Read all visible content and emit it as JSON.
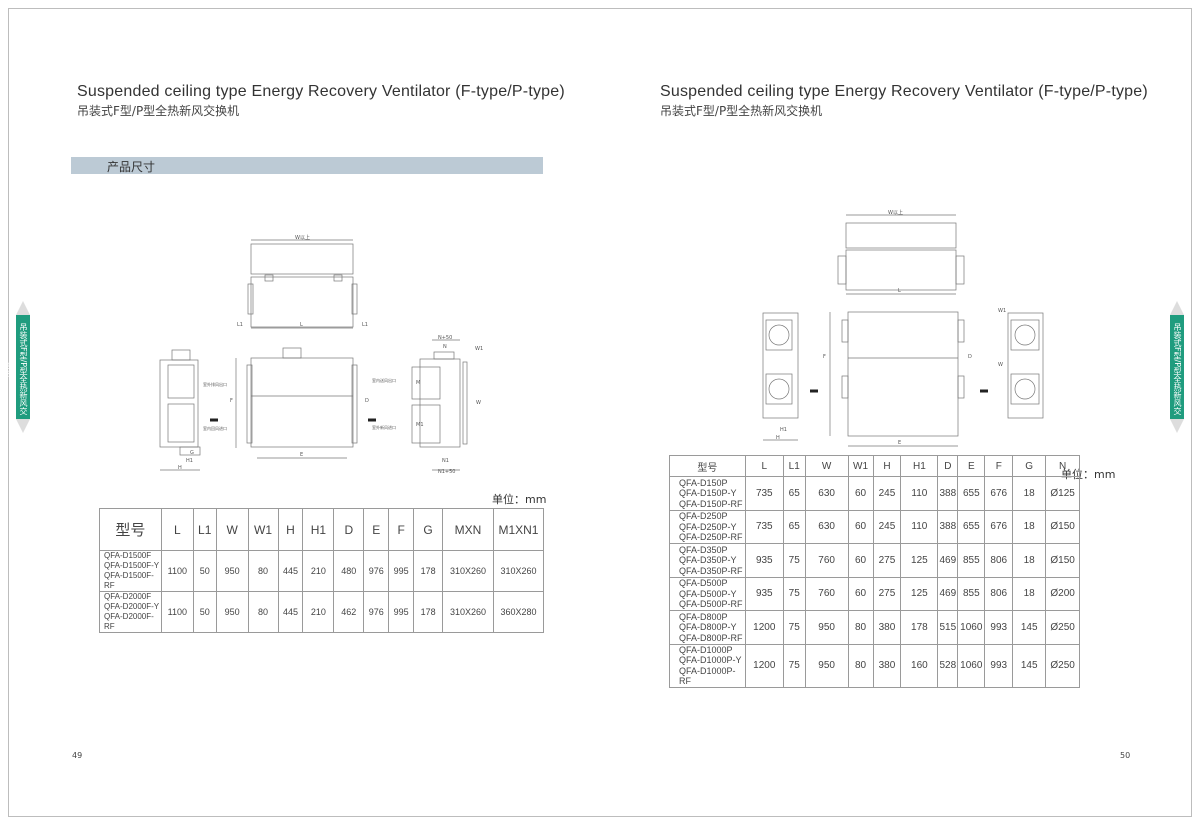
{
  "left_page": {
    "title": "Suspended ceiling type Energy Recovery Ventilator (F-type/P-type)",
    "subtitle": "吊装式F型/P型全热新风交换机",
    "section": "产品尺寸",
    "units": "单位：mm",
    "page_number": "49",
    "diagram_labels": {
      "w": "W以上",
      "l": "L",
      "l1": "L1",
      "f": "F",
      "e": "E",
      "d": "D",
      "g": "G",
      "h": "H",
      "h1": "H1",
      "n": "N",
      "n50": "N+50",
      "n1": "N1",
      "n150": "N1+50",
      "m": "M",
      "m1": "M1",
      "w1": "W1",
      "wr": "W",
      "outdoor_out": "室外排风出口",
      "indoor_in": "室内回风进口",
      "indoor_out": "室内送风出口",
      "fresh_in": "室外新风进口"
    },
    "table": {
      "headers": [
        "型号",
        "L",
        "L1",
        "W",
        "W1",
        "H",
        "H1",
        "D",
        "E",
        "F",
        "G",
        "MXN",
        "M1XN1"
      ],
      "rows": [
        {
          "models": [
            "QFA-D1500F",
            "QFA-D1500F-Y",
            "QFA-D1500F-RF"
          ],
          "values": [
            "1100",
            "50",
            "950",
            "80",
            "445",
            "210",
            "480",
            "976",
            "995",
            "178",
            "310X260",
            "310X260"
          ]
        },
        {
          "models": [
            "QFA-D2000F",
            "QFA-D2000F-Y",
            "QFA-D2000F-RF"
          ],
          "values": [
            "1100",
            "50",
            "950",
            "80",
            "445",
            "210",
            "462",
            "976",
            "995",
            "178",
            "310X260",
            "360X280"
          ]
        }
      ]
    }
  },
  "right_page": {
    "title": "Suspended ceiling type Energy Recovery Ventilator (F-type/P-type)",
    "subtitle": "吊装式F型/P型全热新风交换机",
    "units": "单位：mm",
    "page_number": "50",
    "diagram_labels": {
      "w": "W以上",
      "l": "L",
      "f": "F",
      "e": "E",
      "d": "D",
      "h": "H",
      "h1": "H1",
      "wr": "W",
      "w1": "W1"
    },
    "table": {
      "headers": [
        "型号",
        "L",
        "L1",
        "W",
        "W1",
        "H",
        "H1",
        "D",
        "E",
        "F",
        "G",
        "N"
      ],
      "rows": [
        {
          "models": [
            "QFA-D150P",
            "QFA-D150P-Y",
            "QFA-D150P-RF"
          ],
          "values": [
            "735",
            "65",
            "630",
            "60",
            "245",
            "110",
            "388",
            "655",
            "676",
            "18",
            "Ø125"
          ]
        },
        {
          "models": [
            "QFA-D250P",
            "QFA-D250P-Y",
            "QFA-D250P-RF"
          ],
          "values": [
            "735",
            "65",
            "630",
            "60",
            "245",
            "110",
            "388",
            "655",
            "676",
            "18",
            "Ø150"
          ]
        },
        {
          "models": [
            "QFA-D350P",
            "QFA-D350P-Y",
            "QFA-D350P-RF"
          ],
          "values": [
            "935",
            "75",
            "760",
            "60",
            "275",
            "125",
            "469",
            "855",
            "806",
            "18",
            "Ø150"
          ]
        },
        {
          "models": [
            "QFA-D500P",
            "QFA-D500P-Y",
            "QFA-D500P-RF"
          ],
          "values": [
            "935",
            "75",
            "760",
            "60",
            "275",
            "125",
            "469",
            "855",
            "806",
            "18",
            "Ø200"
          ]
        },
        {
          "models": [
            "QFA-D800P",
            "QFA-D800P-Y",
            "QFA-D800P-RF"
          ],
          "values": [
            "1200",
            "75",
            "950",
            "80",
            "380",
            "178",
            "515",
            "1060",
            "993",
            "145",
            "Ø250"
          ]
        },
        {
          "models": [
            "QFA-D1000P",
            "QFA-D1000P-Y",
            "QFA-D1000P-RF"
          ],
          "values": [
            "1200",
            "75",
            "950",
            "80",
            "380",
            "160",
            "528",
            "1060",
            "993",
            "145",
            "Ø250"
          ]
        }
      ]
    }
  },
  "side_tab": "吊装式F型/P型全热新风交换机",
  "colors": {
    "tab": "#1f9c7e",
    "section_bar": "#bccad5"
  }
}
